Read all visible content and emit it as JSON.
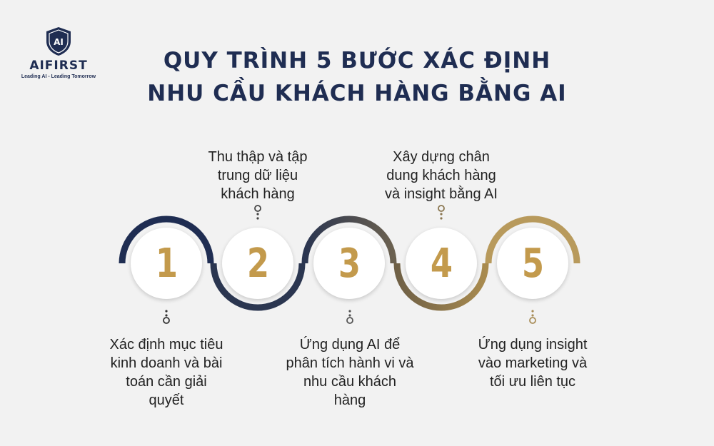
{
  "logo": {
    "emblem": "AI",
    "name": "AIFIRST",
    "tagline": "Leading AI - Leading Tomorrow"
  },
  "title": {
    "line1": "QUY TRÌNH 5 BƯỚC XÁC ĐỊNH",
    "line2": "NHU CẦU KHÁCH HÀNG BẰNG AI"
  },
  "colors": {
    "navy": "#1f2d52",
    "gold": "#c39a4c",
    "background": "#f2f2f2"
  },
  "steps": [
    {
      "number": "1",
      "text": "Xác định mục tiêu kinh doanh và bài toán cần giải quyết"
    },
    {
      "number": "2",
      "text": "Thu thập và tập trung dữ liệu khách hàng"
    },
    {
      "number": "3",
      "text": "Ứng dụng AI để phân tích hành vi và nhu cầu khách hàng"
    },
    {
      "number": "4",
      "text": "Xây dựng chân dung khách hàng và insight bằng AI"
    },
    {
      "number": "5",
      "text": "Ứng dụng insight vào marketing và tối ưu liên tục"
    }
  ]
}
